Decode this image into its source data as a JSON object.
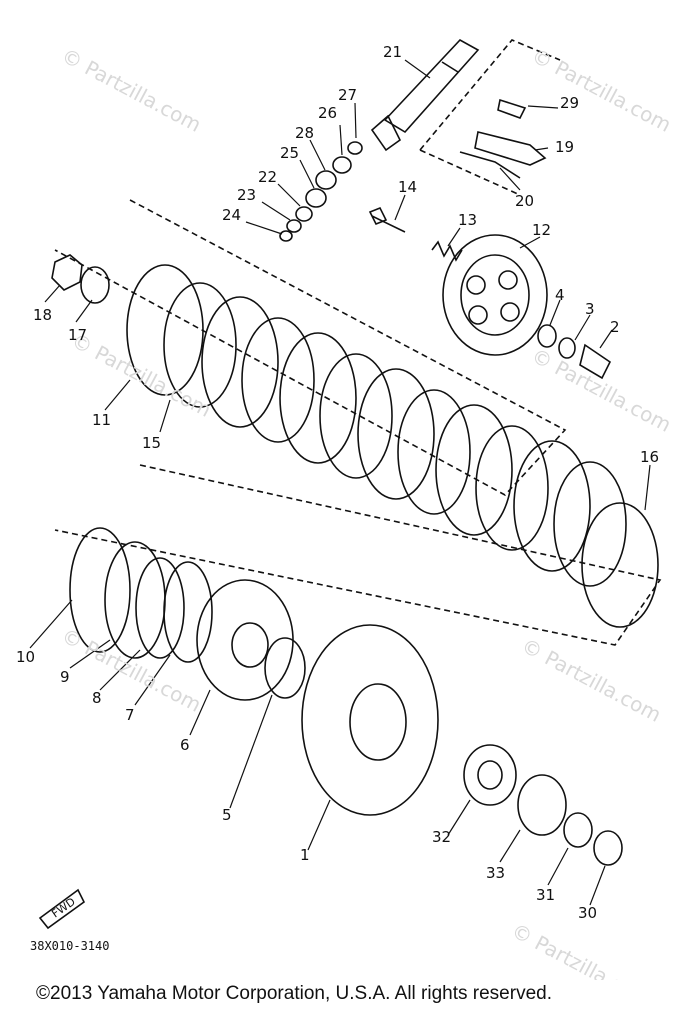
{
  "diagram": {
    "part_numbers": [
      "1",
      "2",
      "3",
      "4",
      "5",
      "6",
      "7",
      "8",
      "9",
      "10",
      "11",
      "12",
      "13",
      "14",
      "15",
      "16",
      "17",
      "18",
      "19",
      "20",
      "21",
      "22",
      "23",
      "24",
      "25",
      "26",
      "27",
      "28",
      "29",
      "30",
      "31",
      "32",
      "33"
    ],
    "fwd_label": "FWD",
    "code": "38X010-3140",
    "watermark": "© Partzilla.com",
    "copyright": "©2013  Yamaha Motor Corporation, U.S.A. All rights reserved."
  }
}
